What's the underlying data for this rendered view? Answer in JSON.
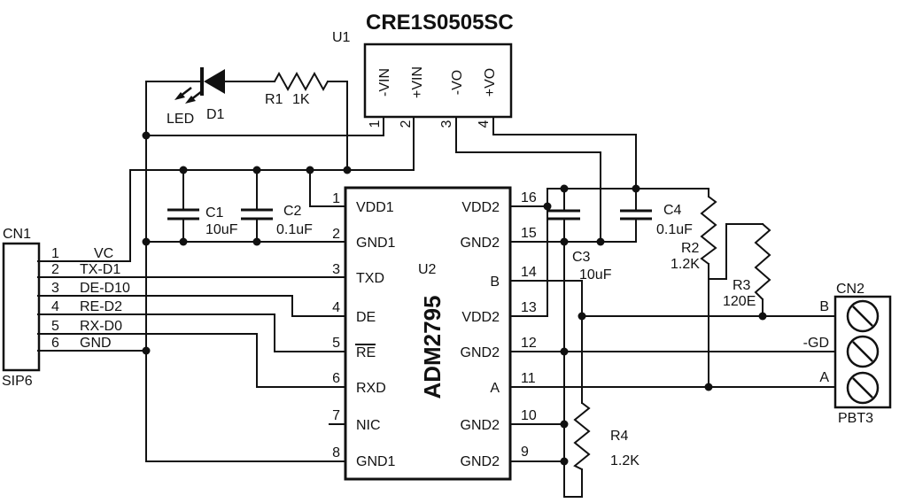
{
  "colors": {
    "ink": "#111111",
    "background": "#ffffff"
  },
  "title": "CRE1S0505SC",
  "u1": {
    "ref": "U1",
    "pins": [
      {
        "num": "1",
        "name": "-VIN"
      },
      {
        "num": "2",
        "name": "+VIN"
      },
      {
        "num": "3",
        "name": "-VO"
      },
      {
        "num": "4",
        "name": "+VO"
      }
    ]
  },
  "u2": {
    "ref": "U2",
    "part": "ADM2795",
    "left_pins": [
      {
        "num": "1",
        "name": "VDD1"
      },
      {
        "num": "2",
        "name": "GND1"
      },
      {
        "num": "3",
        "name": "TXD"
      },
      {
        "num": "4",
        "name": "DE"
      },
      {
        "num": "5",
        "name": "RE"
      },
      {
        "num": "6",
        "name": "RXD"
      },
      {
        "num": "7",
        "name": "NIC"
      },
      {
        "num": "8",
        "name": "GND1"
      }
    ],
    "right_pins": [
      {
        "num": "16",
        "name": "VDD2"
      },
      {
        "num": "15",
        "name": "GND2"
      },
      {
        "num": "14",
        "name": "B"
      },
      {
        "num": "13",
        "name": "VDD2"
      },
      {
        "num": "12",
        "name": "GND2"
      },
      {
        "num": "11",
        "name": "A"
      },
      {
        "num": "10",
        "name": "GND2"
      },
      {
        "num": "9",
        "name": "GND2"
      }
    ]
  },
  "cn1": {
    "ref": "CN1",
    "package": "SIP6",
    "pins": [
      {
        "num": "1",
        "net": "VC"
      },
      {
        "num": "2",
        "net": "TX-D1"
      },
      {
        "num": "3",
        "net": "DE-D10"
      },
      {
        "num": "4",
        "net": "RE-D2"
      },
      {
        "num": "5",
        "net": "RX-D0"
      },
      {
        "num": "6",
        "net": "GND"
      }
    ]
  },
  "cn2": {
    "ref": "CN2",
    "package": "PBT3",
    "terminals": [
      {
        "net": "B"
      },
      {
        "net": "-GD"
      },
      {
        "net": "A"
      }
    ]
  },
  "parts": {
    "d1": {
      "type_label": "LED",
      "ref": "D1"
    },
    "r1": {
      "ref": "R1",
      "value": "1K"
    },
    "r2": {
      "ref": "R2",
      "value": "1.2K"
    },
    "r3": {
      "ref": "R3",
      "value": "120E"
    },
    "r4": {
      "ref": "R4",
      "value": "1.2K"
    },
    "c1": {
      "ref": "C1",
      "value": "10uF"
    },
    "c2": {
      "ref": "C2",
      "value": "0.1uF"
    },
    "c3": {
      "ref": "C3",
      "value": "10uF"
    },
    "c4": {
      "ref": "C4",
      "value": "0.1uF"
    }
  }
}
